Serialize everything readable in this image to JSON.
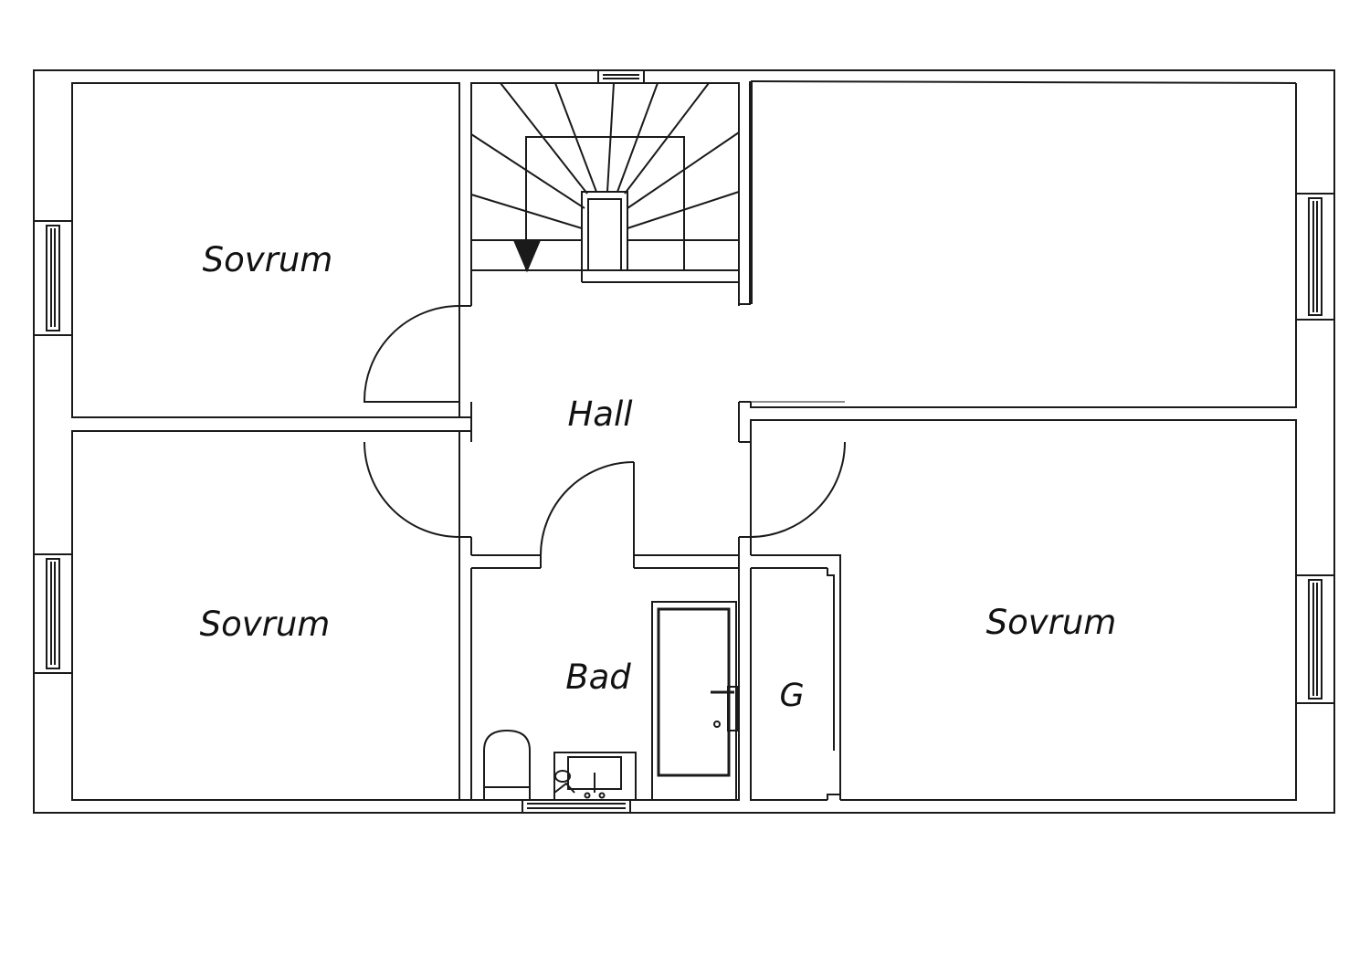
{
  "colors": {
    "line": "#1a1a1a",
    "background": "#ffffff"
  },
  "rooms": {
    "bedroom_top_left": {
      "label": "Sovrum"
    },
    "bedroom_bottom_left": {
      "label": "Sovrum"
    },
    "hall": {
      "label": "Hall"
    },
    "bathroom": {
      "label": "Bad"
    },
    "closet": {
      "label": "G"
    },
    "bedroom_bottom_right": {
      "label": "Sovrum"
    },
    "room_top_right": {
      "label": ""
    }
  },
  "icons": {
    "stair_direction": "down-arrow-icon",
    "toilet": "toilet-icon",
    "sink": "sink-icon",
    "shower": "shower-icon"
  }
}
